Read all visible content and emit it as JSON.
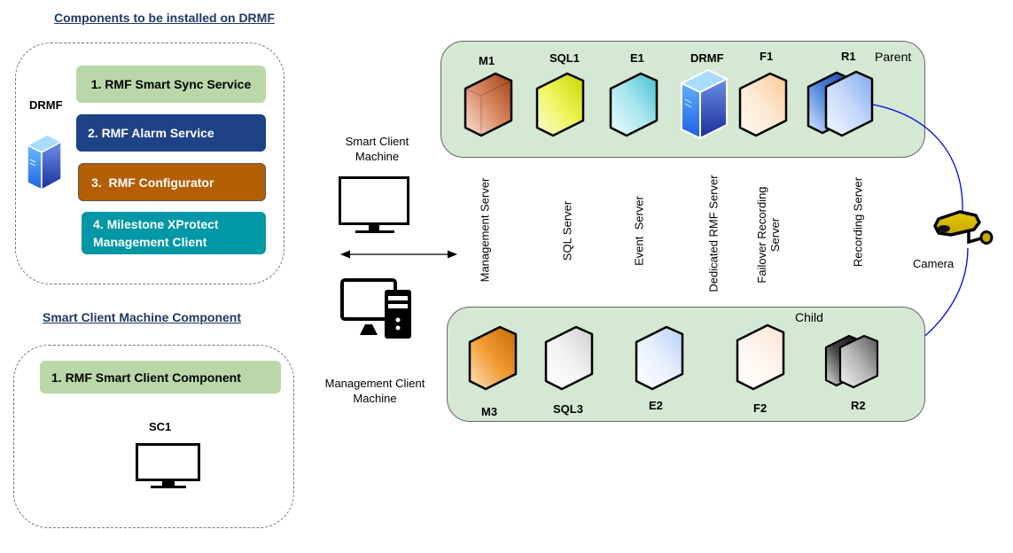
{
  "drmf_section": {
    "title": "Components to be installed on DRMF",
    "host_label": "DRMF",
    "components": [
      {
        "label": "1. RMF Smart Sync Service",
        "color": "#b9d7a8",
        "text_color": "#000000"
      },
      {
        "label": "2. RMF Alarm Service",
        "color": "#1f4287",
        "text_color": "#ffffff"
      },
      {
        "label": "3.  RMF Configurator",
        "color": "#b45f06",
        "text_color": "#ffffff"
      },
      {
        "label_line1": "4. Milestone XProtect",
        "label_line2": "Management Client",
        "color": "#0097a7",
        "text_color": "#ffffff"
      }
    ]
  },
  "smart_client_section": {
    "title": "Smart Client Machine Component",
    "component": {
      "label": "1. RMF Smart Client Component",
      "color": "#b9d7a8"
    },
    "host_label": "SC1"
  },
  "middle": {
    "smart_client_label_line1": "Smart Client",
    "smart_client_label_line2": "Machine",
    "mgmt_client_label_line1": "Management Client",
    "mgmt_client_label_line2": "Machine"
  },
  "parent_site": {
    "label": "Parent",
    "zone_color": "#d5e8d4",
    "servers": [
      {
        "id": "M1",
        "role": "Management Server",
        "color": "#c65a2e"
      },
      {
        "id": "SQL1",
        "role": "SQL Server",
        "color": "#e3ef2a"
      },
      {
        "id": "E1",
        "role": "Event  Server",
        "color": "#5ccbd9"
      },
      {
        "id": "DRMF",
        "role": "Dedicated RMF Server",
        "color": "#2f6fd6"
      },
      {
        "id": "F1",
        "role_line1": "Failover Recording",
        "role_line2": "Server",
        "color": "#fcd7ad"
      },
      {
        "id": "R1",
        "role": "Recording Server",
        "color": "#7aa6f0"
      }
    ]
  },
  "child_site": {
    "label": "Child",
    "servers": [
      {
        "id": "M3",
        "color": "#f08a10"
      },
      {
        "id": "SQL3",
        "color": "#e6e6e6"
      },
      {
        "id": "E2",
        "color": "#cfe0fb"
      },
      {
        "id": "F2",
        "color": "#fde9dc"
      },
      {
        "id": "R2",
        "color": "#888888"
      }
    ]
  },
  "camera": {
    "label": "Camera",
    "color": "#e0c200",
    "link_color": "#0000ee"
  }
}
